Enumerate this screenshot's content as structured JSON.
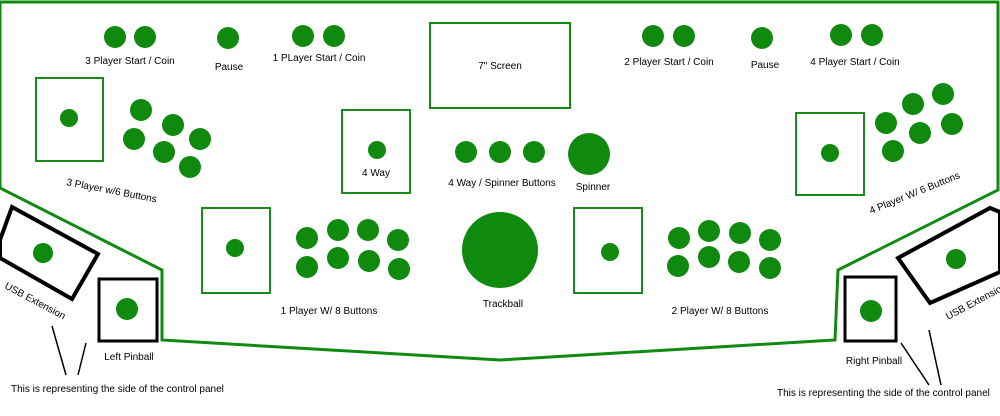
{
  "colors": {
    "panel_green": "#108a10",
    "button_green": "#0f8a0f",
    "stick_outline": "#1a8a1a",
    "pinball_black": "#000000",
    "background": "#ffffff"
  },
  "screen": {
    "label": "7\" Screen"
  },
  "coin_groups": {
    "p3": {
      "label": "3 Player Start / Coin"
    },
    "p1": {
      "label": "1 PLayer Start / Coin"
    },
    "p2": {
      "label": "2 Player Start / Coin"
    },
    "p4": {
      "label": "4 Player Start / Coin"
    }
  },
  "pause_buttons": {
    "left": {
      "label": "Pause"
    },
    "right": {
      "label": "Pause"
    }
  },
  "player_stations": {
    "p3": {
      "label": "3 Player w/6 Buttons"
    },
    "p4": {
      "label": "4 Player W/ 6 Buttons"
    },
    "p1": {
      "label": "1 Player W/ 8 Buttons"
    },
    "p2": {
      "label": "2 Player W/ 8 Buttons"
    }
  },
  "center_controls": {
    "four_way": {
      "label": "4 Way"
    },
    "spinner_buttons": {
      "label": "4 Way / Spinner Buttons"
    },
    "spinner": {
      "label": "Spinner"
    },
    "trackball": {
      "label": "Trackball"
    }
  },
  "side_controls": {
    "usb_left": {
      "label": "USB Extension"
    },
    "usb_right": {
      "label": "USB Extension"
    },
    "pinball_left": {
      "label": "Left Pinball"
    },
    "pinball_right": {
      "label": "Right Pinball"
    }
  },
  "side_notes": {
    "left": "This is representing the side of the control panel",
    "right": "This is representing the side of the control panel"
  }
}
